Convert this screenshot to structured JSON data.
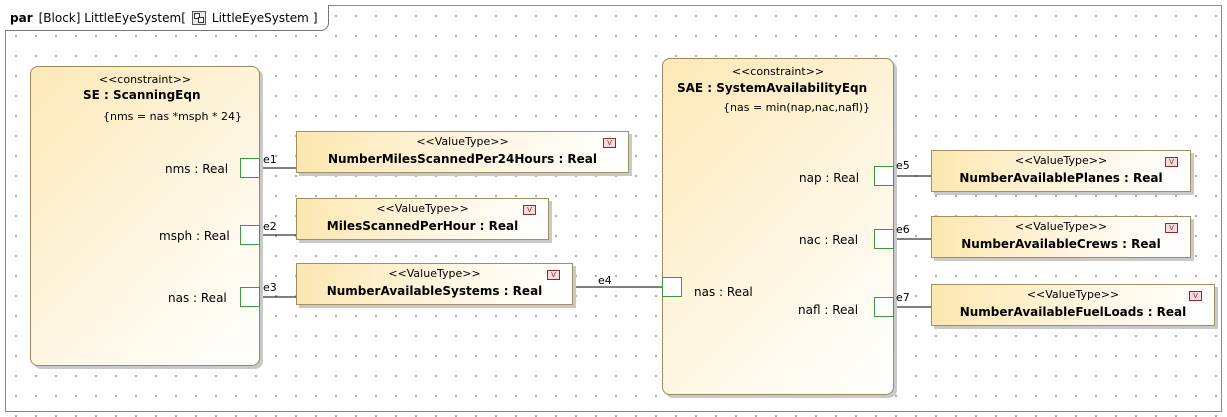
{
  "frame": {
    "keyword": "par",
    "title": "[Block] LittleEyeSystem[",
    "block_name": "LittleEyeSystem",
    "close": "]"
  },
  "constraints": [
    {
      "stereotype": "<<constraint>>",
      "name": "SE : ScanningEqn",
      "expression": "{nms = nas *msph * 24}",
      "parameters": [
        {
          "label": "nms : Real"
        },
        {
          "label": "msph : Real"
        },
        {
          "label": "nas : Real"
        }
      ]
    },
    {
      "stereotype": "<<constraint>>",
      "name": "SAE : SystemAvailabilityEqn",
      "expression": "{nas = min(nap,nac,nafl)}",
      "parameters": [
        {
          "label": "nap : Real"
        },
        {
          "label": "nac : Real"
        },
        {
          "label": "nafl : Real"
        },
        {
          "label": "nas : Real"
        }
      ]
    }
  ],
  "value_types": [
    {
      "stereotype": "<<ValueType>>",
      "name": "NumberMilesScannedPer24Hours : Real",
      "icon": "value-type-icon"
    },
    {
      "stereotype": "<<ValueType>>",
      "name": "MilesScannedPerHour : Real",
      "icon": "value-type-icon"
    },
    {
      "stereotype": "<<ValueType>>",
      "name": "NumberAvailableSystems : Real",
      "icon": "value-type-icon"
    },
    {
      "stereotype": "<<ValueType>>",
      "name": "NumberAvailablePlanes : Real",
      "icon": "value-type-icon"
    },
    {
      "stereotype": "<<ValueType>>",
      "name": "NumberAvailableCrews : Real",
      "icon": "value-type-icon"
    },
    {
      "stereotype": "<<ValueType>>",
      "name": "NumberAvailableFuelLoads : Real",
      "icon": "value-type-icon"
    }
  ],
  "connectors": [
    "e1",
    "e2",
    "e3",
    "e4",
    "e5",
    "e6",
    "e7"
  ],
  "icon_glyph": "V",
  "colors": {
    "port_border": "#3c9a3c",
    "box_gradient_start": "#fde8b6",
    "box_border": "#9c8a5a"
  }
}
